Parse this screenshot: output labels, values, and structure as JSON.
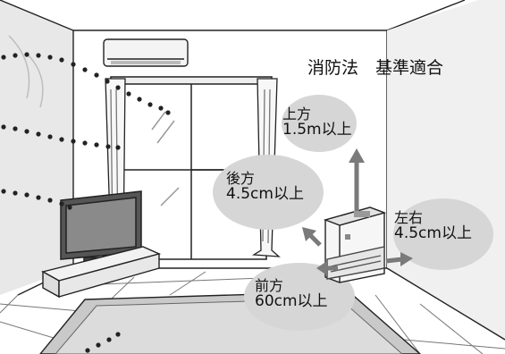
{
  "header": {
    "title": "消防法　基準適合"
  },
  "clearances": {
    "top": {
      "direction": "上方",
      "distance": "1.5m以上"
    },
    "back": {
      "direction": "後方",
      "distance": "4.5cm以上"
    },
    "sides": {
      "direction": "左右",
      "distance": "4.5cm以上"
    },
    "front": {
      "direction": "前方",
      "distance": "60cm以上"
    }
  },
  "colors": {
    "zone_fill": "#d6d6d6",
    "arrow": "#7a7a7a",
    "line": "#222222",
    "wall_shade": "#e4e4e4"
  },
  "icons": [
    "air-conditioner-icon",
    "window-icon",
    "curtain-icon",
    "television-icon",
    "tv-stand-icon",
    "rug-icon",
    "heater-icon"
  ]
}
